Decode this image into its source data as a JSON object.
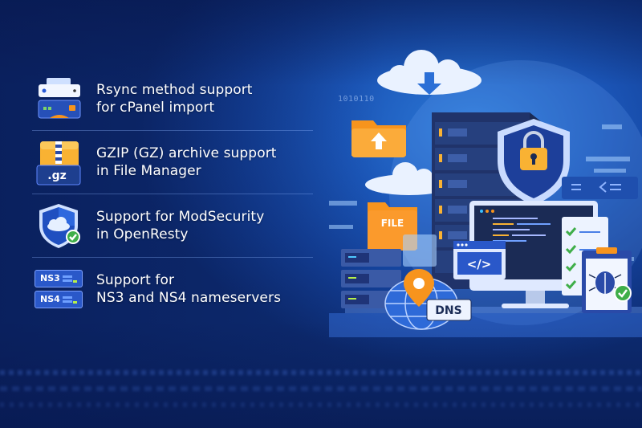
{
  "features": [
    {
      "line1": "Rsync method support",
      "line2": "for cPanel import",
      "icon": "server-drive-icon"
    },
    {
      "line1": "GZIP (GZ) archive support",
      "line2": "in File Manager",
      "icon": "gz-archive-icon",
      "icon_label": ".gz"
    },
    {
      "line1": "Support for ModSecurity",
      "line2": "in OpenResty",
      "icon": "shield-cloud-check-icon"
    },
    {
      "line1": "Support for",
      "line2": "NS3 and NS4 nameservers",
      "icon": "nameserver-stack-icon",
      "icon_labels": [
        "NS3",
        "NS4"
      ]
    }
  ],
  "illustration": {
    "binary_text": "1010110",
    "file_label": "FILE",
    "dns_label": "DNS",
    "code_tag": "</>"
  },
  "colors": {
    "accent_orange": "#f7941d",
    "folder_yellow": "#f9b233",
    "check_green": "#3fae49",
    "navy": "#1a2b55"
  }
}
